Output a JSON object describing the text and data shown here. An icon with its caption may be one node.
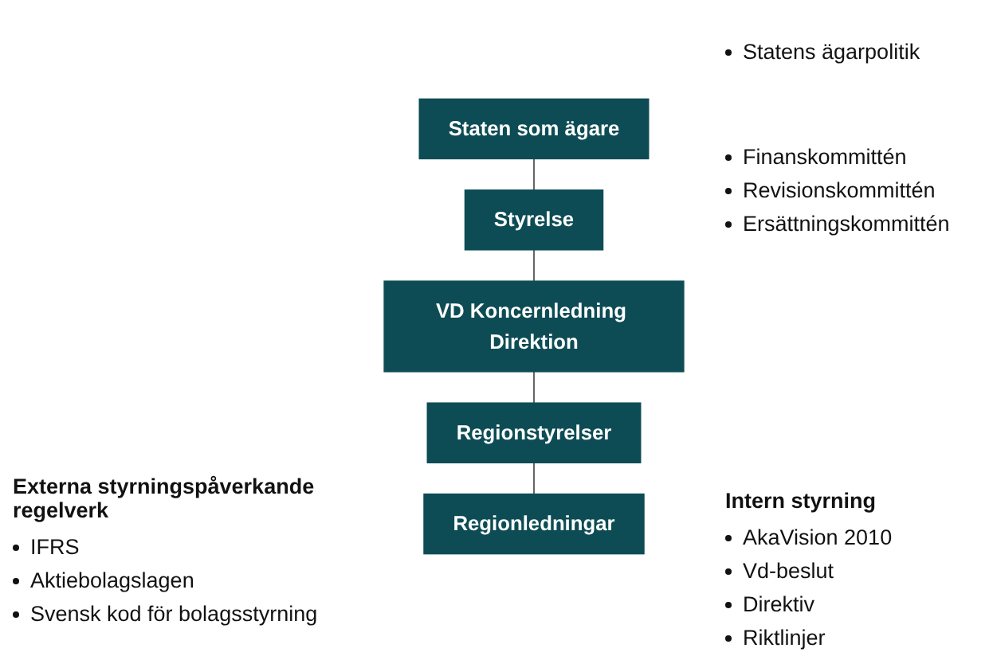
{
  "diagram": {
    "nodes": [
      {
        "text": [
          "Staten som ägare"
        ]
      },
      {
        "text": [
          "Styrelse"
        ]
      },
      {
        "text": [
          "VD Koncernledning Direktion"
        ]
      },
      {
        "text": [
          "Regionstyrelser"
        ]
      },
      {
        "text": [
          "Regionledningar"
        ]
      }
    ],
    "edges": [
      {
        "from": 0,
        "to": 1,
        "arrow": "none"
      },
      {
        "from": 1,
        "to": 2,
        "arrow": "none"
      },
      {
        "from": 2,
        "to": 3,
        "arrow": "none"
      },
      {
        "from": 3,
        "to": 4,
        "arrow": "none"
      }
    ],
    "labels": [
      "Statens ägarpolitik",
      "Finanskommittén",
      "Revisionskommittén",
      "Ersättningskommittén",
      "Externa styrningspåverkande regelverk",
      "IFRS",
      "Aktiebolagslagen",
      "Svensk kod för bolagsstyrning",
      "Intern styrning",
      "AkaVision 2010",
      "Vd-beslut",
      "Direktiv",
      "Riktlinjer"
    ]
  }
}
